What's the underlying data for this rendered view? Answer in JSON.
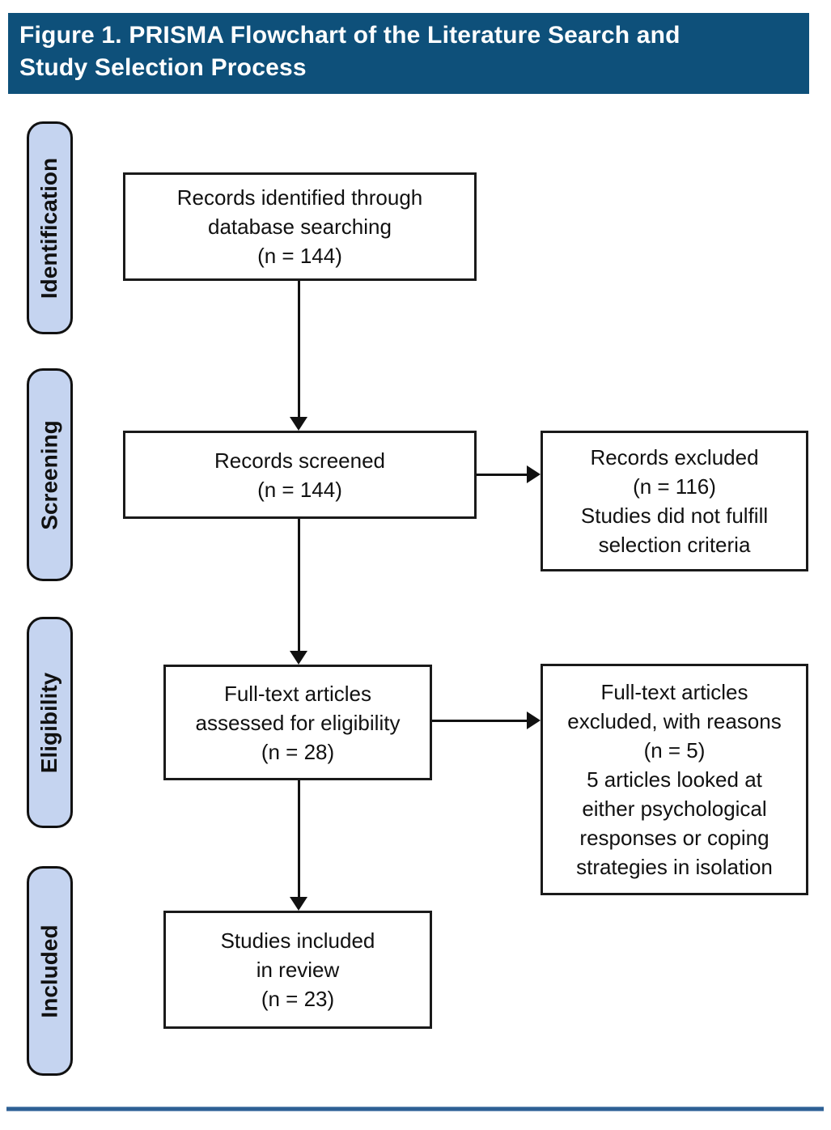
{
  "figure": {
    "title_lines": [
      "Figure 1. PRISMA Flowchart of the Literature Search and",
      "Study Selection Process"
    ]
  },
  "colors": {
    "header_bg": "#0e507a",
    "header_text": "#ffffff",
    "stage_fill": "#c5d4f0",
    "stage_border": "#111111",
    "box_border": "#1a1a1a",
    "arrow": "#111111",
    "divider_line": "#2e6094"
  },
  "stages": [
    {
      "label": "Identification"
    },
    {
      "label": "Screening"
    },
    {
      "label": "Eligibility"
    },
    {
      "label": "Included"
    }
  ],
  "boxes": {
    "identified": {
      "lines": [
        "Records identified through",
        "database searching",
        "(n = 144)"
      ]
    },
    "screened": {
      "lines": [
        "Records screened",
        "(n = 144)"
      ]
    },
    "records_excluded": {
      "lines": [
        "Records excluded",
        "(n = 116)",
        "Studies did not fulfill",
        "selection criteria"
      ]
    },
    "fulltext_assessed": {
      "lines": [
        "Full-text articles",
        "assessed for eligibility",
        "(n = 28)"
      ]
    },
    "fulltext_excluded": {
      "lines": [
        "Full-text articles",
        "excluded, with reasons",
        "(n = 5)",
        "5 articles looked at",
        "either psychological",
        "responses or coping",
        "strategies in isolation"
      ]
    },
    "included_review": {
      "lines": [
        "Studies included",
        "in review",
        "(n = 23)"
      ]
    }
  }
}
